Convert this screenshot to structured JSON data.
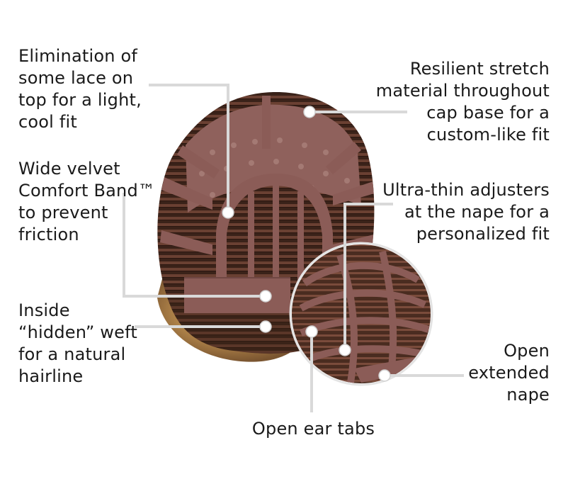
{
  "callouts": {
    "lace": "Elimination of\nsome lace on\ntop for a light,\ncool fit",
    "stretch": "Resilient stretch\nmaterial throughout\ncap base for a\ncustom-like fit",
    "velvet": "Wide velvet\nComfort Band™\nto prevent\nfriction",
    "adjusters": "Ultra-thin adjusters\nat the nape for a\npersonalized fit",
    "weft": "Inside\n“hidden” weft\nfor a natural\nhairline",
    "nape": "Open\nextended\nnape",
    "ear_tabs": "Open ear tabs"
  },
  "colors": {
    "callout_line": "#d9d9d9",
    "cap_mesh": "#8b5c57",
    "hair_dark": "#3b2418",
    "hair_blonde": "#b58a4e"
  }
}
